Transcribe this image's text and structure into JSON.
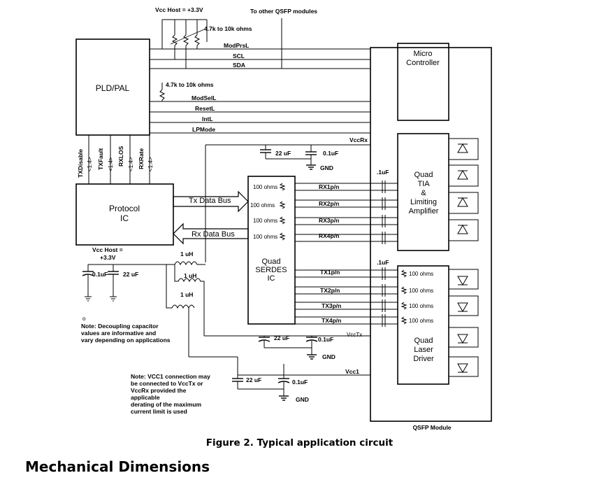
{
  "labels": {
    "vcc_host_top": "Vcc Host = +3.3V",
    "to_other_modules": "To other QSFP modules",
    "pullup_res_1": "4.7k to 10k ohms",
    "pullup_res_2": "4.7k to 10k ohms",
    "modprsl": "ModPrsL",
    "scl": "SCL",
    "sda": "SDA",
    "modsell": "ModSelL",
    "resetl": "ResetL",
    "intl": "IntL",
    "lpmode": "LPMode",
    "txdisable": "TXDisable",
    "txdisable_bus": "<1:4>",
    "txfault": "TXFault",
    "txfault_bus": "<1:4>",
    "rxlos": "RXLOS",
    "rxlos_bus": "<1:4>",
    "rxrate": "RXRate",
    "rxrate_bus": "<1:4>",
    "vccrx": "VccRx",
    "cap_22uf_rx": "22 uF",
    "cap_01uf_rx": "0.1uF",
    "gnd_rx": "GND",
    "cap_1uf_rx": ".1uF",
    "cap_1uf_tx": ".1uF",
    "tx_data_bus": "Tx  Data  Bus",
    "rx_data_bus": "Rx  Data Bus",
    "vcc_host_left": "Vcc Host =",
    "vcc_host_left_val": "+3.3V",
    "cap_01uf_left": "0.1uF",
    "cap_22uf_left": "22 uF",
    "ind_1": "1 uH",
    "ind_2": "1 uH",
    "ind_3": "1 uH",
    "vcctx": "VccTx",
    "cap_22uf_tx": "22 uF",
    "cap_01uf_tx": "0.1uF",
    "gnd_tx": "GND",
    "vcc1": "Vcc1",
    "cap_22uf_vcc1": "22 uF",
    "cap_01uf_vcc1": "0.1uF",
    "gnd_vcc1": "GND",
    "qsfp_module": "QSFP Module",
    "note_mark": "o",
    "note_decoupling": [
      "Note: Decoupling capacitor",
      "values are informative and",
      "vary depending on applications"
    ],
    "note_vcc1": [
      "Note: VCC1 connection may",
      "be connected to VccTx or",
      "VccRx provided the",
      "applicable",
      "derating of the maximum",
      "current limit is used"
    ]
  },
  "blocks": {
    "pld": "PLD/PAL",
    "protocol": [
      "Protocol",
      "IC"
    ],
    "serdes": [
      "Quad",
      "SERDES",
      "IC"
    ],
    "micro": [
      "Micro",
      "Controller"
    ],
    "tia": [
      "Quad",
      "TIA",
      "&",
      "Limiting",
      "Amplifier"
    ],
    "laser": [
      "Quad",
      "Laser",
      "Driver"
    ]
  },
  "rx_lines": [
    {
      "res": "100 ohms",
      "name": "RX1p/n"
    },
    {
      "res": "100 ohms",
      "name": "RX2p/n"
    },
    {
      "res": "100 ohms",
      "name": "RX3p/n"
    },
    {
      "res": "100 ohms",
      "name": "RX4p/n"
    }
  ],
  "tx_lines": [
    {
      "res": "100 ohms",
      "name": "TX1p/n"
    },
    {
      "res": "100 ohms",
      "name": "TX2p/n"
    },
    {
      "res": "100 ohms",
      "name": "TX3p/n"
    },
    {
      "res": "100 ohms",
      "name": "TX4p/n"
    }
  ],
  "caption": "Figure 2. Typical application circuit",
  "heading": "Mechanical Dimensions"
}
